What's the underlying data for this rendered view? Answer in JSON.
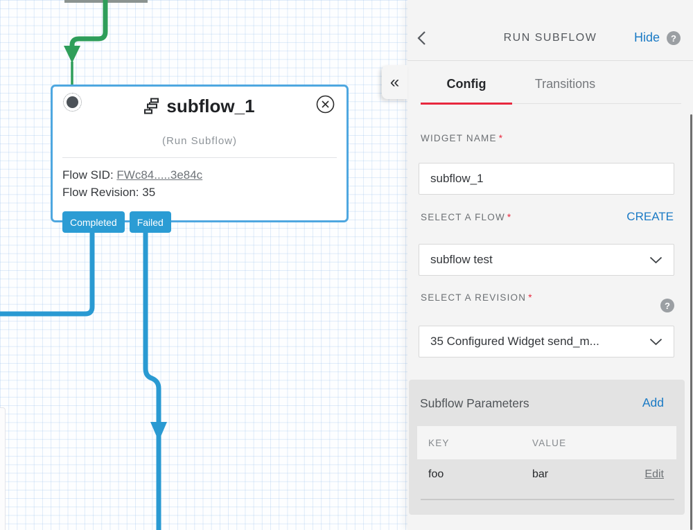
{
  "canvas": {
    "node": {
      "title": "subflow_1",
      "subtitle": "(Run Subflow)",
      "flow_sid_label": "Flow SID: ",
      "flow_sid_value": "FWc84.....3e84c",
      "flow_revision_label": "Flow Revision: ",
      "flow_revision_value": "35",
      "tags": [
        "Completed",
        "Failed"
      ]
    }
  },
  "panel": {
    "collapse_icon": "«",
    "help_glyph": "?",
    "required_marker": "*",
    "header": {
      "title": "RUN SUBFLOW",
      "hide_label": "Hide"
    },
    "tabs": [
      {
        "label": "Config",
        "active": true
      },
      {
        "label": "Transitions",
        "active": false
      }
    ],
    "fields": {
      "widget_name": {
        "label": "WIDGET NAME",
        "value": "subflow_1"
      },
      "select_flow": {
        "label": "SELECT A FLOW",
        "action": "CREATE",
        "value": "subflow test"
      },
      "select_revision": {
        "label": "SELECT A REVISION",
        "value": "35 Configured Widget send_m..."
      }
    },
    "parameters": {
      "title": "Subflow Parameters",
      "add_label": "Add",
      "columns": {
        "key": "KEY",
        "value": "VALUE"
      },
      "rows": [
        {
          "key": "foo",
          "value": "bar",
          "action": "Edit"
        }
      ]
    }
  },
  "colors": {
    "link_blue": "#1a7ac5",
    "brand_red": "#e8283e",
    "node_border_blue": "#4ea7e0",
    "tag_blue": "#2b9cd4",
    "connector_blue": "#2a9ad2",
    "connector_green": "#2f9e5a"
  }
}
